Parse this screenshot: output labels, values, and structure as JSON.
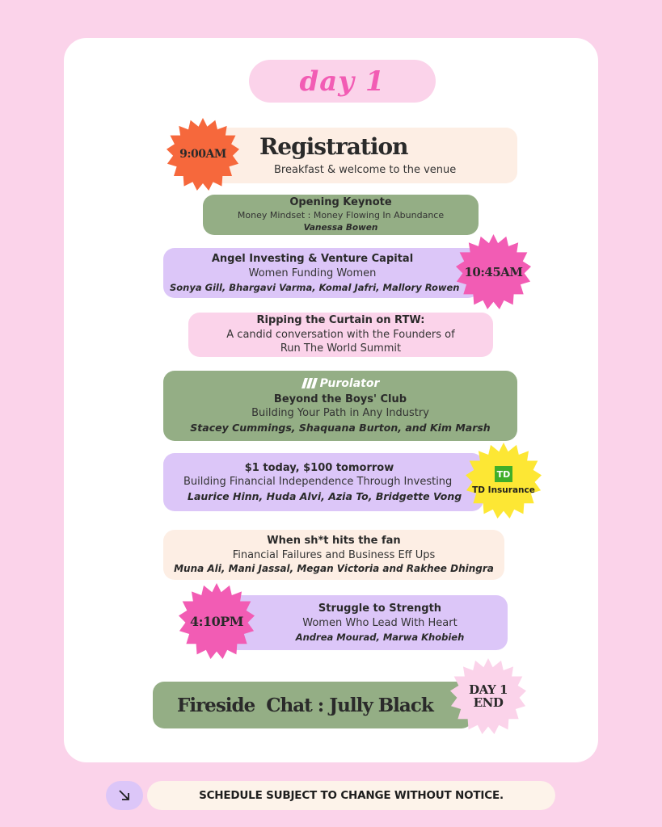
{
  "header": {
    "title": "day 1"
  },
  "sessions": [
    {
      "title": "Registration",
      "subtitle": "Breakfast & welcome to the venue",
      "time": "9:00AM"
    },
    {
      "title": "Opening Keynote",
      "subtitle": "Money Mindset : Money Flowing In Abundance",
      "speakers": "Vanessa Bowen"
    },
    {
      "title": "Angel Investing & Venture Capital",
      "subtitle": "Women Funding Women",
      "speakers": "Sonya Gill, Bhargavi Varma, Komal Jafri, Mallory Rowen",
      "time": "10:45AM"
    },
    {
      "title": "Ripping the Curtain on RTW:",
      "subtitle_line1": "A candid conversation with the Founders of",
      "subtitle_line2": "Run The World Summit"
    },
    {
      "sponsor": "Purolator",
      "title": "Beyond the Boys' Club",
      "subtitle": "Building Your Path in Any Industry",
      "speakers": "Stacey Cummings, Shaquana Burton, and Kim Marsh"
    },
    {
      "title": "$1 today, $100 tomorrow",
      "subtitle": "Building Financial Independence Through Investing",
      "speakers": "Laurice Hinn, Huda Alvi, Azia To, Bridgette Vong",
      "sponsor_logo": "TD",
      "sponsor": "TD Insurance"
    },
    {
      "title": "When sh*t hits the fan",
      "subtitle": "Financial Failures and Business Eff Ups",
      "speakers": "Muna Ali, Mani Jassal, Megan Victoria and Rakhee Dhingra"
    },
    {
      "title": "Struggle to Strength",
      "subtitle": "Women Who Lead With Heart",
      "speakers": "Andrea Mourad, Marwa Khobieh",
      "time": "4:10PM"
    },
    {
      "title": "Fireside  Chat : Jully Black",
      "end_line1": "DAY 1",
      "end_line2": "END"
    }
  ],
  "footer": {
    "notice": "SCHEDULE SUBJECT TO CHANGE WITHOUT NOTICE.",
    "icon": "arrow-down-right-icon"
  },
  "colors": {
    "background": "#fbd3ea",
    "green": "#94ae85",
    "lavender": "#dcc6f8",
    "peach": "#fdeee4",
    "orange": "#f6683c",
    "hotpink": "#f25cb4",
    "yellow": "#fde734",
    "td_green": "#3fae29"
  }
}
